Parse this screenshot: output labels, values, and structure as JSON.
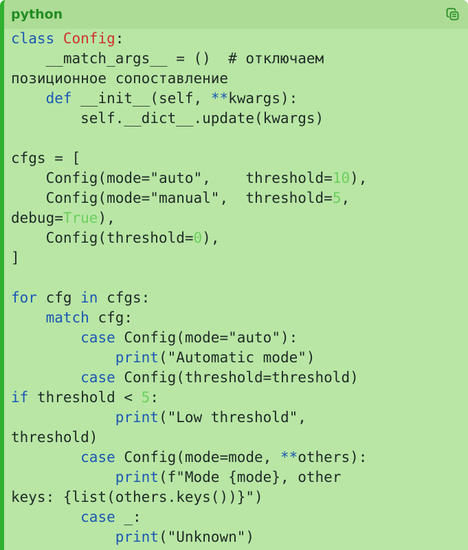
{
  "header": {
    "language": "python",
    "copy_icon": "copy-icon"
  },
  "code": {
    "lines": [
      [
        [
          "kw",
          "class"
        ],
        [
          "t",
          " "
        ],
        [
          "cls",
          "Config"
        ],
        [
          "t",
          ":"
        ]
      ],
      [
        [
          "t",
          "    __match_args__ = ()  # отключаем"
        ]
      ],
      [
        [
          "t",
          "позиционное сопоставление"
        ]
      ],
      [
        [
          "t",
          "    "
        ],
        [
          "kw",
          "def"
        ],
        [
          "t",
          " __init__(self, "
        ],
        [
          "kw",
          "**"
        ],
        [
          "t",
          "kwargs):"
        ]
      ],
      [
        [
          "t",
          "        self.__dict__.update(kwargs)"
        ]
      ],
      [
        [
          "t",
          ""
        ]
      ],
      [
        [
          "t",
          "cfgs = ["
        ]
      ],
      [
        [
          "t",
          "    Config(mode="
        ],
        [
          "str",
          "\"auto\""
        ],
        [
          "t",
          ",    threshold="
        ],
        [
          "num",
          "10"
        ],
        [
          "t",
          "),"
        ]
      ],
      [
        [
          "t",
          "    Config(mode="
        ],
        [
          "str",
          "\"manual\""
        ],
        [
          "t",
          ",  threshold="
        ],
        [
          "num",
          "5"
        ],
        [
          "t",
          ","
        ]
      ],
      [
        [
          "t",
          "debug="
        ],
        [
          "num",
          "True"
        ],
        [
          "t",
          "),"
        ]
      ],
      [
        [
          "t",
          "    Config(threshold="
        ],
        [
          "num",
          "0"
        ],
        [
          "t",
          "),"
        ]
      ],
      [
        [
          "t",
          "]"
        ]
      ],
      [
        [
          "t",
          ""
        ]
      ],
      [
        [
          "kw",
          "for"
        ],
        [
          "t",
          " cfg "
        ],
        [
          "kw",
          "in"
        ],
        [
          "t",
          " cfgs:"
        ]
      ],
      [
        [
          "t",
          "    "
        ],
        [
          "kw",
          "match"
        ],
        [
          "t",
          " cfg:"
        ]
      ],
      [
        [
          "t",
          "        "
        ],
        [
          "kw",
          "case"
        ],
        [
          "t",
          " Config(mode="
        ],
        [
          "str",
          "\"auto\""
        ],
        [
          "t",
          "):"
        ]
      ],
      [
        [
          "t",
          "            "
        ],
        [
          "kw",
          "print"
        ],
        [
          "t",
          "("
        ],
        [
          "str",
          "\"Automatic mode\""
        ],
        [
          "t",
          ")"
        ]
      ],
      [
        [
          "t",
          "        "
        ],
        [
          "kw",
          "case"
        ],
        [
          "t",
          " Config(threshold=threshold)"
        ]
      ],
      [
        [
          "kw",
          "if"
        ],
        [
          "t",
          " threshold < "
        ],
        [
          "num",
          "5"
        ],
        [
          "t",
          ":"
        ]
      ],
      [
        [
          "t",
          "            "
        ],
        [
          "kw",
          "print"
        ],
        [
          "t",
          "("
        ],
        [
          "str",
          "\"Low threshold\""
        ],
        [
          "t",
          ","
        ]
      ],
      [
        [
          "t",
          "threshold)"
        ]
      ],
      [
        [
          "t",
          "        "
        ],
        [
          "kw",
          "case"
        ],
        [
          "t",
          " Config(mode=mode, "
        ],
        [
          "kw",
          "**"
        ],
        [
          "t",
          "others):"
        ]
      ],
      [
        [
          "t",
          "            "
        ],
        [
          "kw",
          "print"
        ],
        [
          "t",
          "(f"
        ],
        [
          "str",
          "\"Mode {mode}, other"
        ]
      ],
      [
        [
          "str",
          "keys: {list(others.keys())}\""
        ],
        [
          "t",
          ")"
        ]
      ],
      [
        [
          "t",
          "        "
        ],
        [
          "kw",
          "case"
        ],
        [
          "t",
          " _:"
        ]
      ],
      [
        [
          "t",
          "            "
        ],
        [
          "kw",
          "print"
        ],
        [
          "t",
          "("
        ],
        [
          "str",
          "\"Unknown\""
        ],
        [
          "t",
          ")"
        ]
      ]
    ]
  }
}
